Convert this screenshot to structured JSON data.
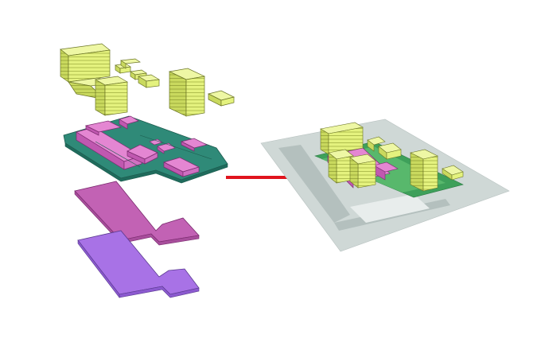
{
  "diagram": {
    "caption": "",
    "arrow": {
      "color": "#e0141e"
    },
    "layers": [
      {
        "name": "towers",
        "color": "#e2f07c"
      },
      {
        "name": "podium-and-site",
        "color": "#2f8a78"
      },
      {
        "name": "upper-basement",
        "color": "#c262b4"
      },
      {
        "name": "lower-basement",
        "color": "#a872e6"
      }
    ],
    "result": {
      "name": "assembled-massing",
      "ground_color": "#cfd8d6"
    }
  }
}
